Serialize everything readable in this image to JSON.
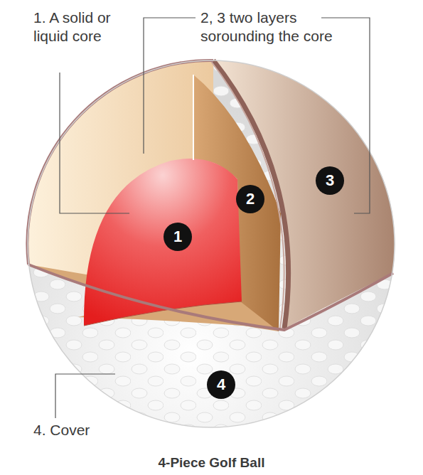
{
  "diagram": {
    "title": "4-Piece Golf Ball",
    "nodes": [
      {
        "text": [
          "1"
        ]
      },
      {
        "text": [
          "2"
        ]
      },
      {
        "text": [
          "3"
        ]
      },
      {
        "text": [
          "4"
        ]
      }
    ],
    "labels": [
      "1. A solid or liquid core",
      "2, 3 two layers sorounding the core",
      "4. Cover"
    ]
  }
}
